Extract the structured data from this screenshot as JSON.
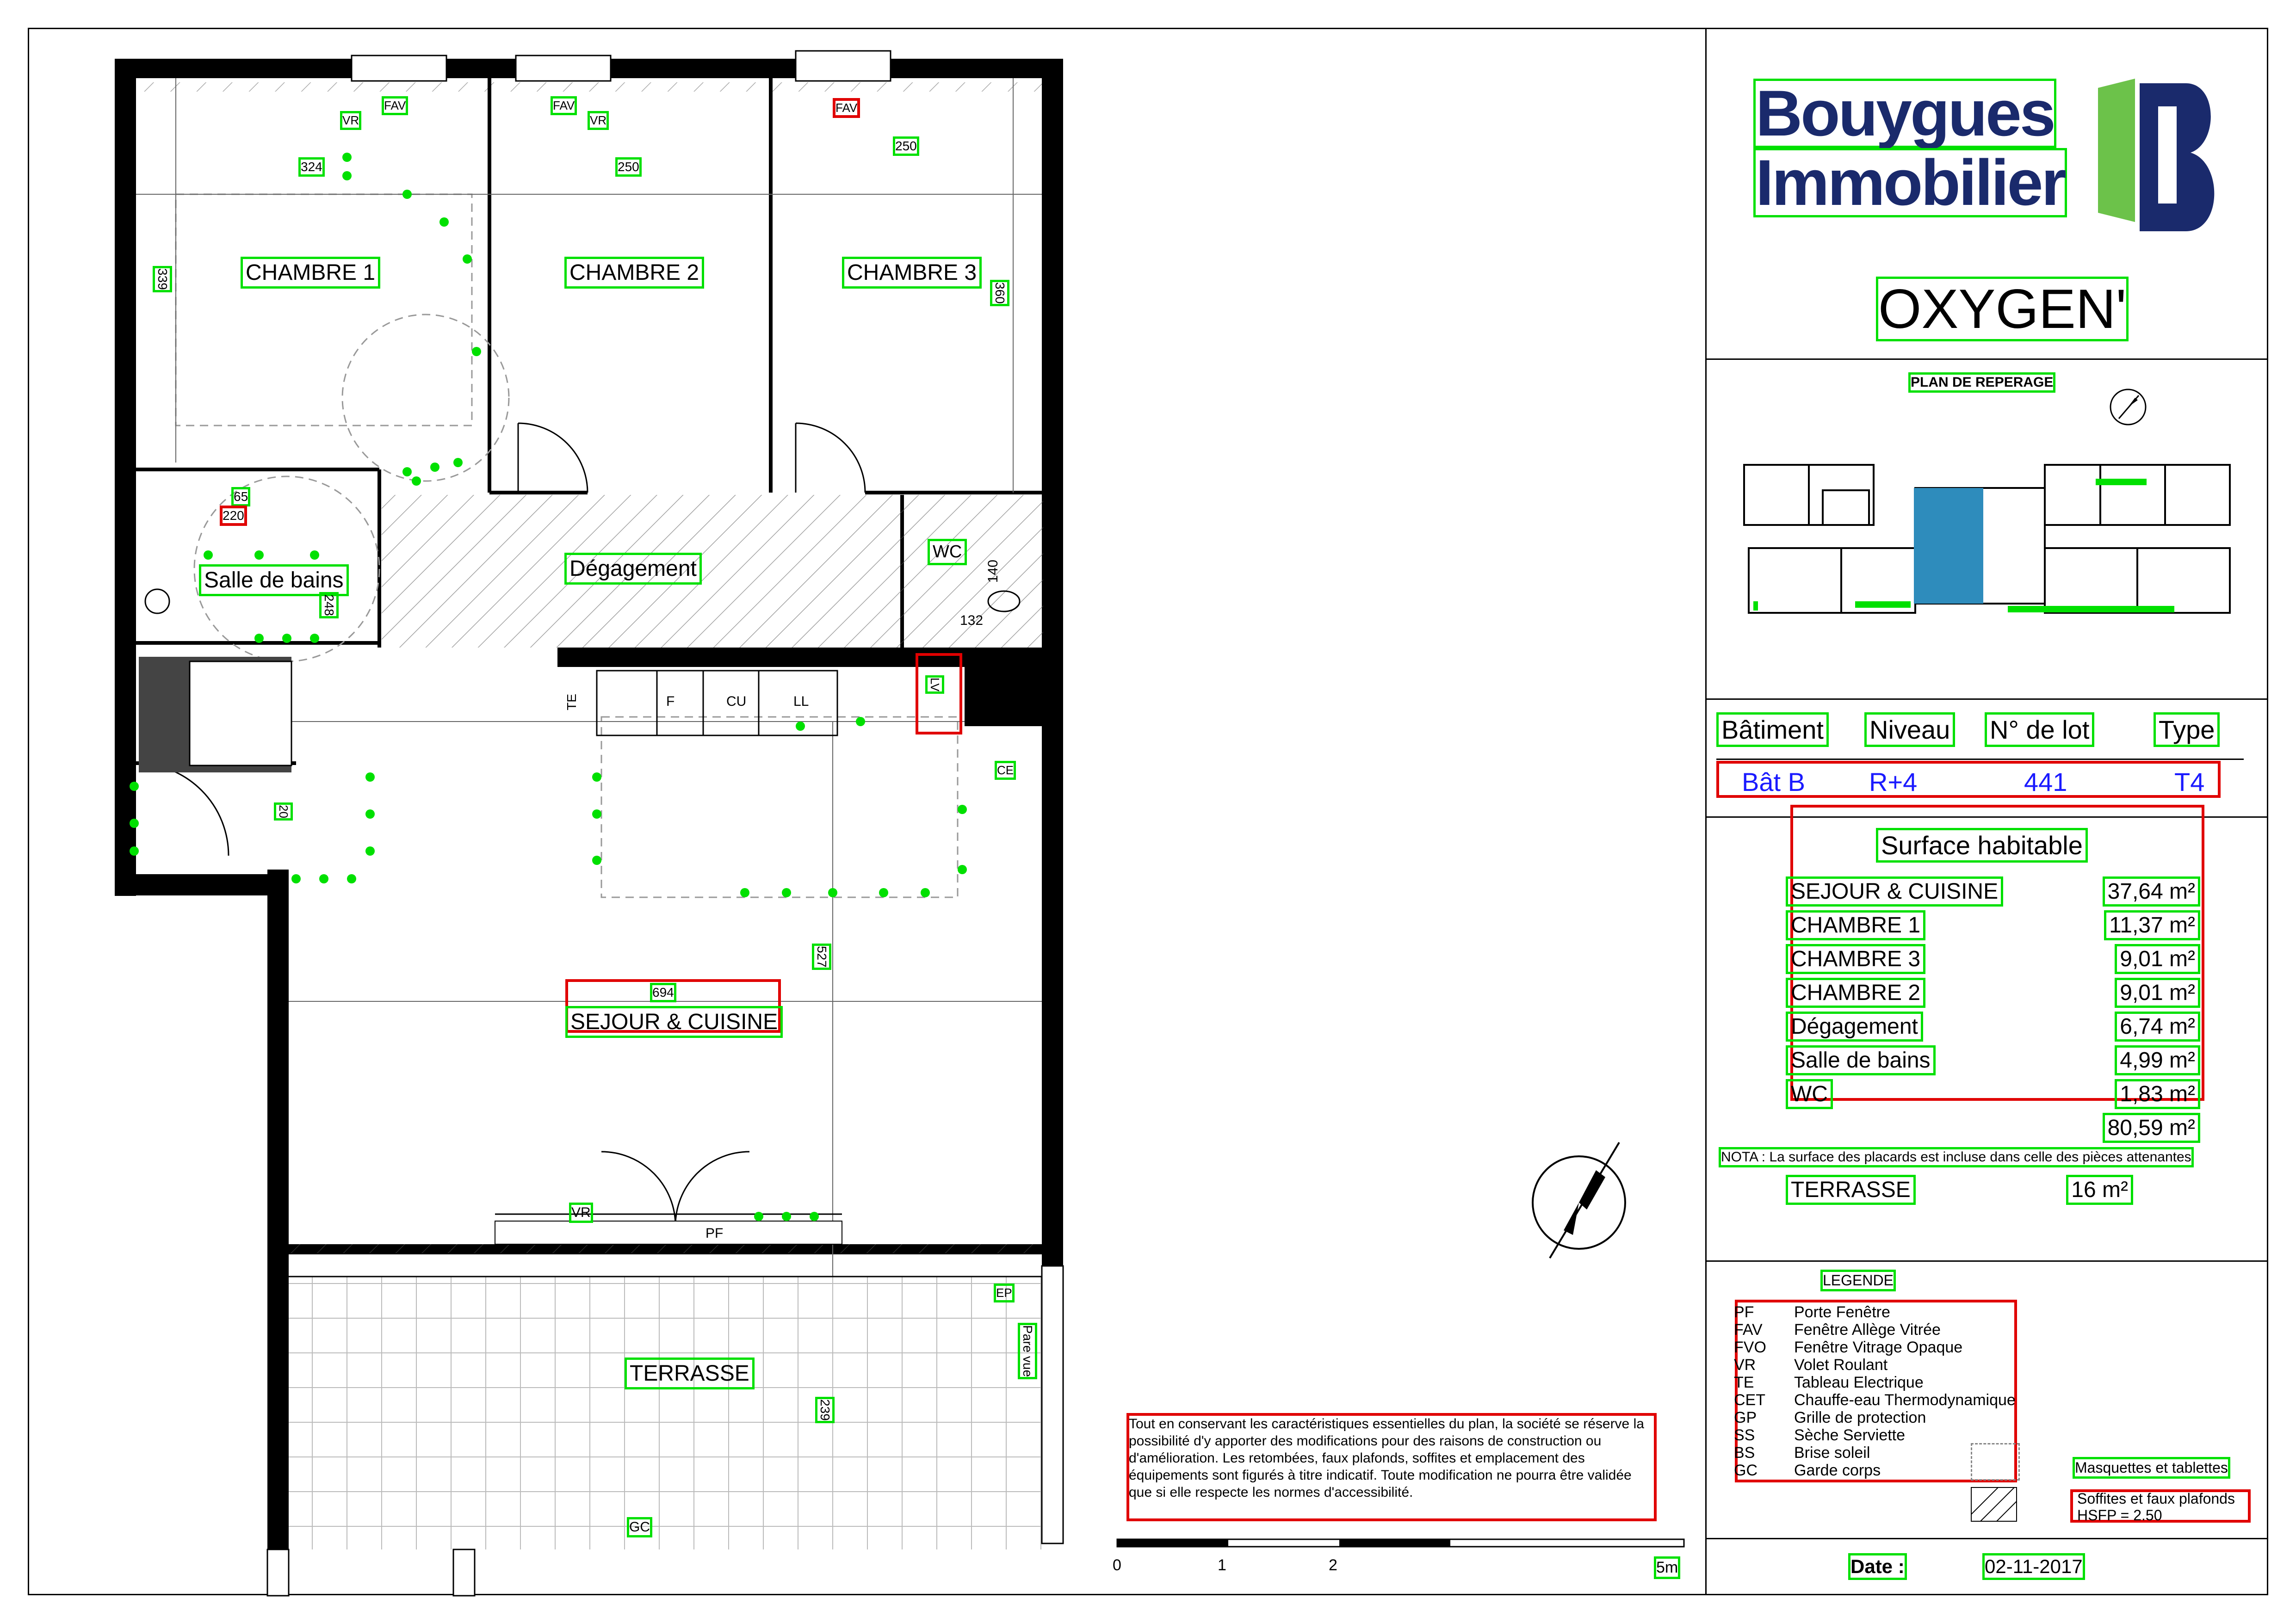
{
  "brand": {
    "line1": "Bouygues",
    "line2": "Immobilier",
    "color": "#1a2a6c",
    "accent": "#6cc24a"
  },
  "project": {
    "name": "OXYGEN'"
  },
  "locator": {
    "title": "PLAN DE REPERAGE"
  },
  "lot_table": {
    "headers": [
      "Bâtiment",
      "Niveau",
      "N° de lot",
      "Type"
    ],
    "values": [
      "Bât B",
      "R+4",
      "441",
      "T4"
    ]
  },
  "surface": {
    "title": "Surface habitable",
    "rows": [
      {
        "name": "SEJOUR & CUISINE",
        "value": "37,64 m²"
      },
      {
        "name": "CHAMBRE 1",
        "value": "11,37 m²"
      },
      {
        "name": "CHAMBRE 3",
        "value": "9,01 m²"
      },
      {
        "name": "CHAMBRE 2",
        "value": "9,01 m²"
      },
      {
        "name": "Dégagement",
        "value": "6,74 m²"
      },
      {
        "name": "Salle de bains",
        "value": "4,99 m²"
      },
      {
        "name": "WC",
        "value": "1,83 m²"
      }
    ],
    "total": "80,59 m²",
    "note": "NOTA : La surface des placards est incluse dans celle des pièces attenantes",
    "terrace_name": "TERRASSE",
    "terrace_value": "16 m²"
  },
  "legend": {
    "title": "LEGENDE",
    "items": [
      {
        "code": "PF",
        "desc": "Porte Fenêtre"
      },
      {
        "code": "FAV",
        "desc": "Fenêtre Allège Vitrée"
      },
      {
        "code": "FVO",
        "desc": "Fenêtre Vitrage Opaque"
      },
      {
        "code": "VR",
        "desc": "Volet Roulant"
      },
      {
        "code": "TE",
        "desc": "Tableau Electrique"
      },
      {
        "code": "CET",
        "desc": "Chauffe-eau Thermodynamique"
      },
      {
        "code": "GP",
        "desc": "Grille de protection"
      },
      {
        "code": "SS",
        "desc": "Sèche Serviette"
      },
      {
        "code": "BS",
        "desc": "Brise soleil"
      },
      {
        "code": "GC",
        "desc": "Garde corps"
      }
    ],
    "masquettes": "Masquettes et tablettes",
    "soffites": "Soffites et faux plafonds",
    "hsfp": "HSFP = 2.50"
  },
  "date": {
    "label": "Date :",
    "value": "02-11-2017"
  },
  "disclaimer": "Tout en conservant les caractéristiques essentielles du plan, la société se réserve la possibilité d'y apporter des modifications pour des raisons de construction ou d'amélioration. Les retombées, faux plafonds, soffites et emplacement des équipements sont figurés à titre indicatif. Toute modification ne pourra être validée que si elle respecte les normes d'accessibilité.",
  "scale": {
    "ticks": [
      "0",
      "1",
      "2",
      "5m"
    ]
  },
  "plan": {
    "rooms": {
      "chambre1": "CHAMBRE 1",
      "chambre2": "CHAMBRE 2",
      "chambre3": "CHAMBRE 3",
      "degagement": "Dégagement",
      "salle_de_bains": "Salle de bains",
      "wc": "WC",
      "sejour": "SEJOUR & CUISINE",
      "terrasse": "TERRASSE"
    },
    "annotations": {
      "fav": "FAV",
      "vr": "VR",
      "d324": "324",
      "d250a": "250",
      "d250b": "250",
      "d339": "339",
      "d360": "360",
      "d65": "65",
      "d220": "220",
      "d248": "248",
      "d140": "140",
      "d132": "132",
      "te": "TE",
      "f": "F",
      "cu": "CU",
      "ll": "LL",
      "lv": "LV",
      "ce": "CE",
      "d694": "694",
      "d527": "527",
      "d20": "20",
      "pf": "PF",
      "ep": "EP",
      "pare_vue": "Pare vue",
      "d239": "239",
      "gc": "GC"
    }
  }
}
